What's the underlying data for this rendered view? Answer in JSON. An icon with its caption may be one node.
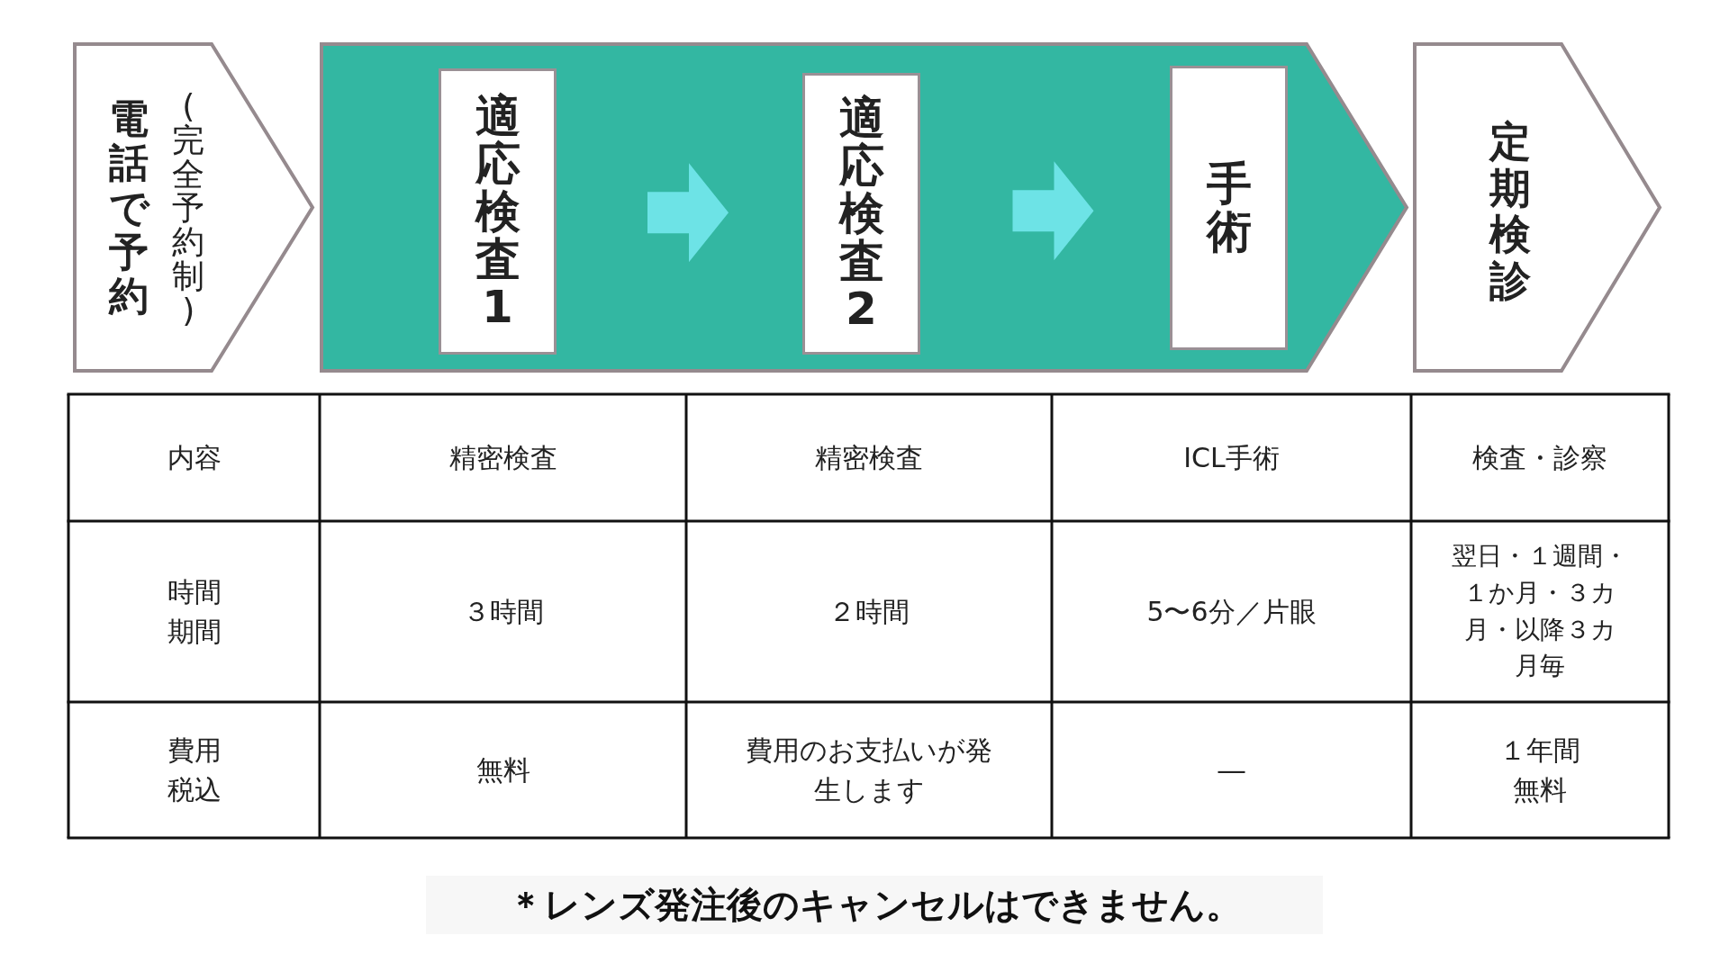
{
  "diagram": {
    "nodes": [
      {
        "text": [
          "電話で予約",
          "(完全予約制)"
        ]
      },
      {
        "text": [],
        "shape": "arrow"
      },
      {
        "text": [
          "適応検査1"
        ],
        "in": 1
      },
      {
        "text": [
          "適応検査2"
        ],
        "in": 1
      },
      {
        "text": [
          "手術"
        ],
        "in": 1
      },
      {
        "text": [
          "定期検診"
        ]
      }
    ],
    "edges": [
      {
        "from": 2,
        "to": 3,
        "arrow": "to"
      },
      {
        "from": 3,
        "to": 4,
        "arrow": "to"
      }
    ],
    "labels": [
      "内容",
      "精密検査",
      "精密検査",
      "ICL手術",
      "検査・診察",
      "時間期間",
      "３時間",
      "２時間",
      "5〜6分／片眼",
      "翌日・１週間・１か月・３カ月・以降３カ月毎",
      "費用税込",
      "無料",
      "費用のお支払いが発生します",
      "―",
      "１年間無料",
      "＊レンズ発注後のキャンセルはできません。"
    ]
  }
}
